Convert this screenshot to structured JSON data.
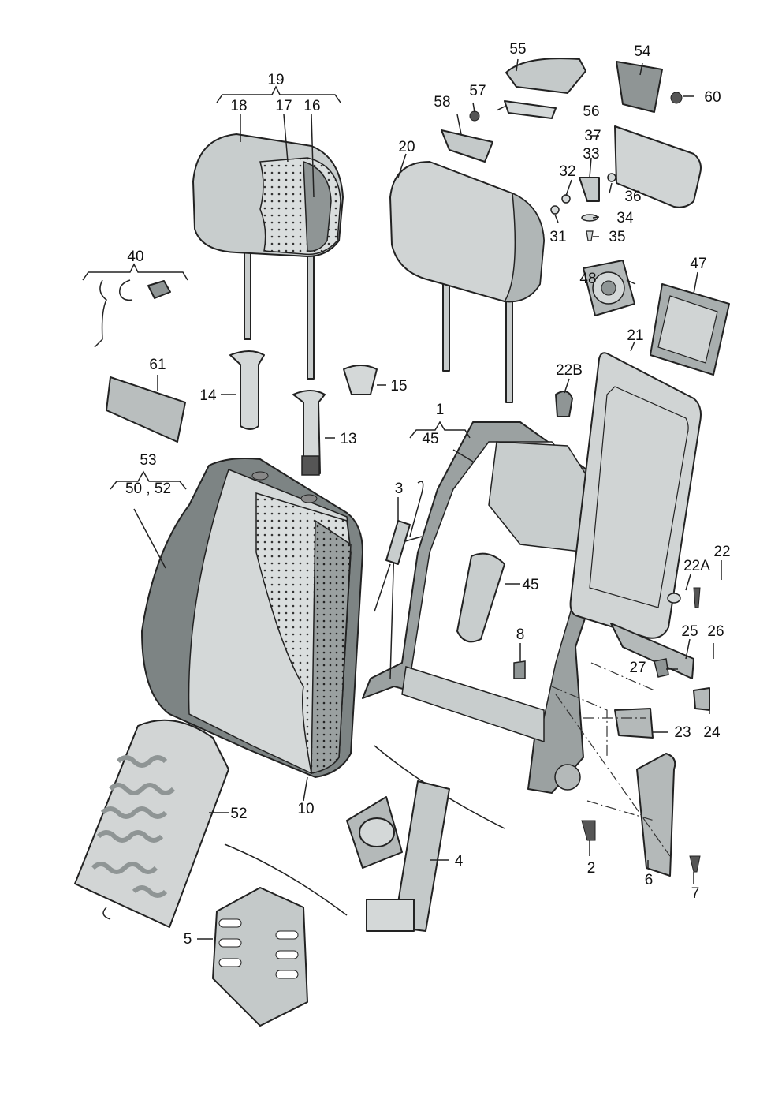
{
  "diagram": {
    "part_numbers": {
      "p1": "1",
      "p2": "2",
      "p3": "3",
      "p4": "4",
      "p5": "5",
      "p6": "6",
      "p7": "7",
      "p8": "8",
      "p10": "10",
      "p13": "13",
      "p14": "14",
      "p15": "15",
      "p16": "16",
      "p17": "17",
      "p18": "18",
      "p19": "19",
      "p20": "20",
      "p21": "21",
      "p22": "22",
      "p22a": "22A",
      "p22b": "22B",
      "p23": "23",
      "p24": "24",
      "p25": "25",
      "p26": "26",
      "p27": "27",
      "p31": "31",
      "p32": "32",
      "p33": "33",
      "p34": "34",
      "p35": "35",
      "p36": "36",
      "p37": "37",
      "p40": "40",
      "p45a": "45",
      "p45b": "45",
      "p47": "47",
      "p48": "48",
      "p50_52": "50 , 52",
      "p52": "52",
      "p53": "53",
      "p54": "54",
      "p55": "55",
      "p56": "56",
      "p57": "57",
      "p58": "58",
      "p60": "60",
      "p61": "61"
    },
    "colors": {
      "part_fill": "#d2d5d5",
      "part_fill_dark": "#8f9595",
      "part_fill_mid": "#b4b9b9",
      "cover_stripe": "#7d8484",
      "outline": "#222222"
    }
  }
}
